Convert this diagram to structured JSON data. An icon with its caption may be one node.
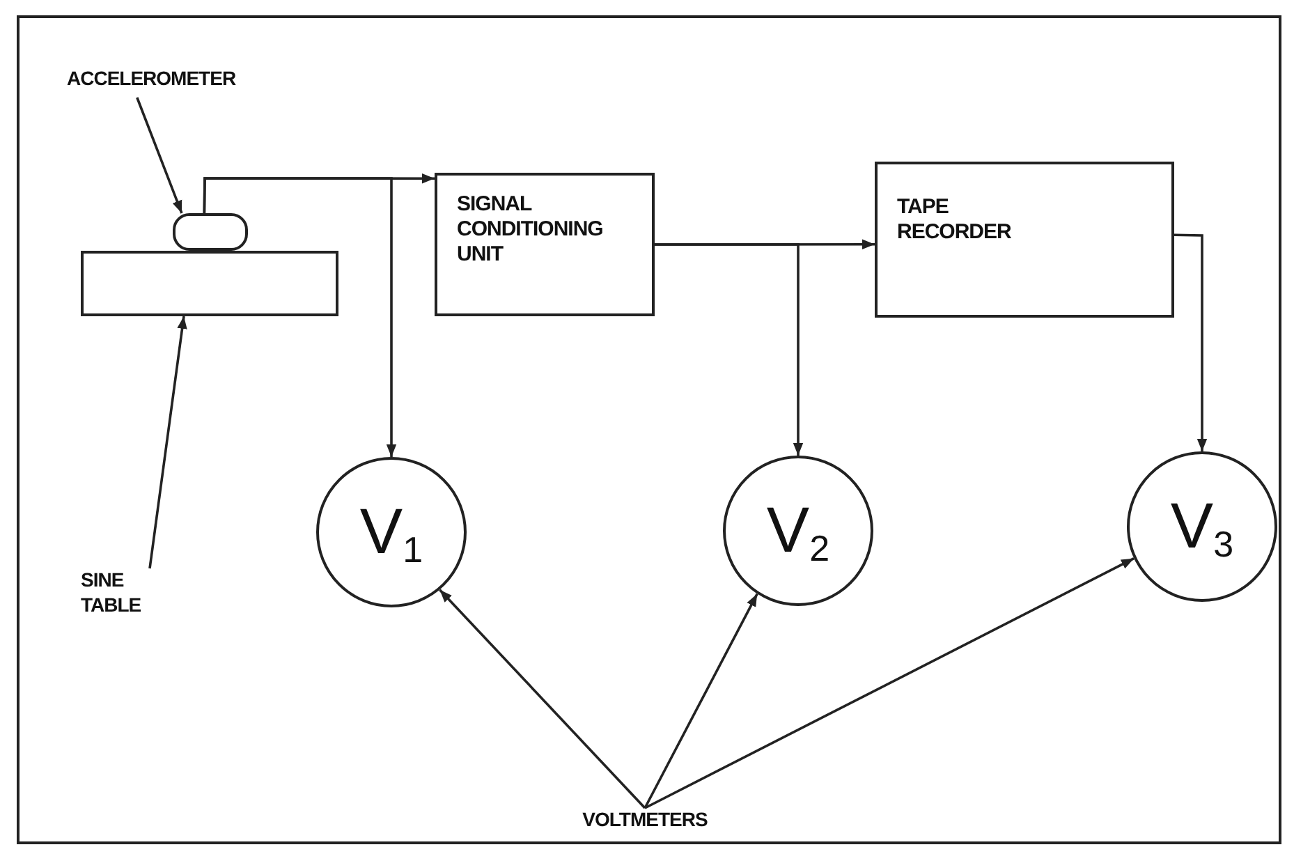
{
  "diagram": {
    "nodes": [
      {
        "text": [
          "ACCELEROMETER"
        ]
      },
      {
        "text": [],
        "shape": "box"
      },
      {
        "text": [],
        "shape": "box"
      },
      {
        "text": [
          "SINE TABLE"
        ]
      },
      {
        "text": [
          "SIGNAL CONDITIONING UNIT"
        ]
      },
      {
        "text": [
          "TAPE RECORDER"
        ]
      },
      {
        "text": [
          "V$_{1}$"
        ]
      },
      {
        "text": [
          "V$_{2}$"
        ]
      },
      {
        "text": [
          "V$_{3}$"
        ]
      },
      {
        "text": [
          "VOLTMETERS"
        ]
      }
    ],
    "edges": [
      {
        "from": 0,
        "to": 1,
        "arrow": "to"
      },
      {
        "from": 3,
        "to": 2,
        "arrow": "to"
      },
      {
        "from": 1,
        "to": 4,
        "arrow": "to"
      },
      {
        "from": 1,
        "to": 6,
        "arrow": "to"
      },
      {
        "from": 4,
        "to": 5,
        "arrow": "to"
      },
      {
        "from": 4,
        "to": 7,
        "arrow": "to"
      },
      {
        "from": 5,
        "to": 8,
        "arrow": "to"
      },
      {
        "from": 9,
        "to": 6,
        "arrow": "to"
      },
      {
        "from": 9,
        "to": 7,
        "arrow": "to"
      },
      {
        "from": 9,
        "to": 8,
        "arrow": "to"
      }
    ]
  }
}
